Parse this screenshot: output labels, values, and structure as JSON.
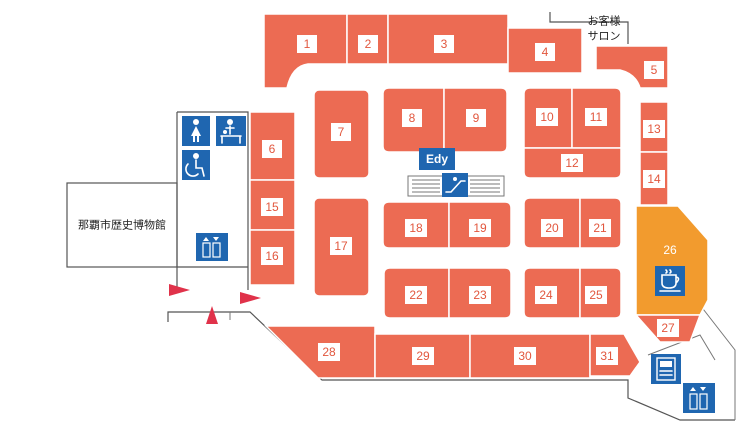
{
  "map": {
    "museum_label": "那覇市歴史博物館",
    "salon_label_line1": "お客様",
    "salon_label_line2": "サロン",
    "edy_label": "Edy",
    "colors": {
      "shop": "#ec6b53",
      "highlight": "#f29b2e",
      "icon": "#1f66b0",
      "entrance_flag": "#e0324a"
    },
    "highlighted_shop": "26",
    "shops": [
      {
        "id": "1",
        "label": "1"
      },
      {
        "id": "2",
        "label": "2"
      },
      {
        "id": "3",
        "label": "3"
      },
      {
        "id": "4",
        "label": "4"
      },
      {
        "id": "5",
        "label": "5"
      },
      {
        "id": "6",
        "label": "6"
      },
      {
        "id": "7",
        "label": "7"
      },
      {
        "id": "8",
        "label": "8"
      },
      {
        "id": "9",
        "label": "9"
      },
      {
        "id": "10",
        "label": "10"
      },
      {
        "id": "11",
        "label": "11"
      },
      {
        "id": "12",
        "label": "12"
      },
      {
        "id": "13",
        "label": "13"
      },
      {
        "id": "14",
        "label": "14"
      },
      {
        "id": "15",
        "label": "15"
      },
      {
        "id": "16",
        "label": "16"
      },
      {
        "id": "17",
        "label": "17"
      },
      {
        "id": "18",
        "label": "18"
      },
      {
        "id": "19",
        "label": "19"
      },
      {
        "id": "20",
        "label": "20"
      },
      {
        "id": "21",
        "label": "21"
      },
      {
        "id": "22",
        "label": "22"
      },
      {
        "id": "23",
        "label": "23"
      },
      {
        "id": "24",
        "label": "24"
      },
      {
        "id": "25",
        "label": "25"
      },
      {
        "id": "26",
        "label": "26"
      },
      {
        "id": "27",
        "label": "27"
      },
      {
        "id": "28",
        "label": "28"
      },
      {
        "id": "29",
        "label": "29"
      },
      {
        "id": "30",
        "label": "30"
      },
      {
        "id": "31",
        "label": "31"
      }
    ],
    "facility_icons": [
      "restroom-women-icon",
      "baby-changing-icon",
      "multipurpose-restroom-icon",
      "elevator-icon",
      "escalator-icon",
      "cafe-icon",
      "atm-icon",
      "elevator-icon"
    ]
  }
}
